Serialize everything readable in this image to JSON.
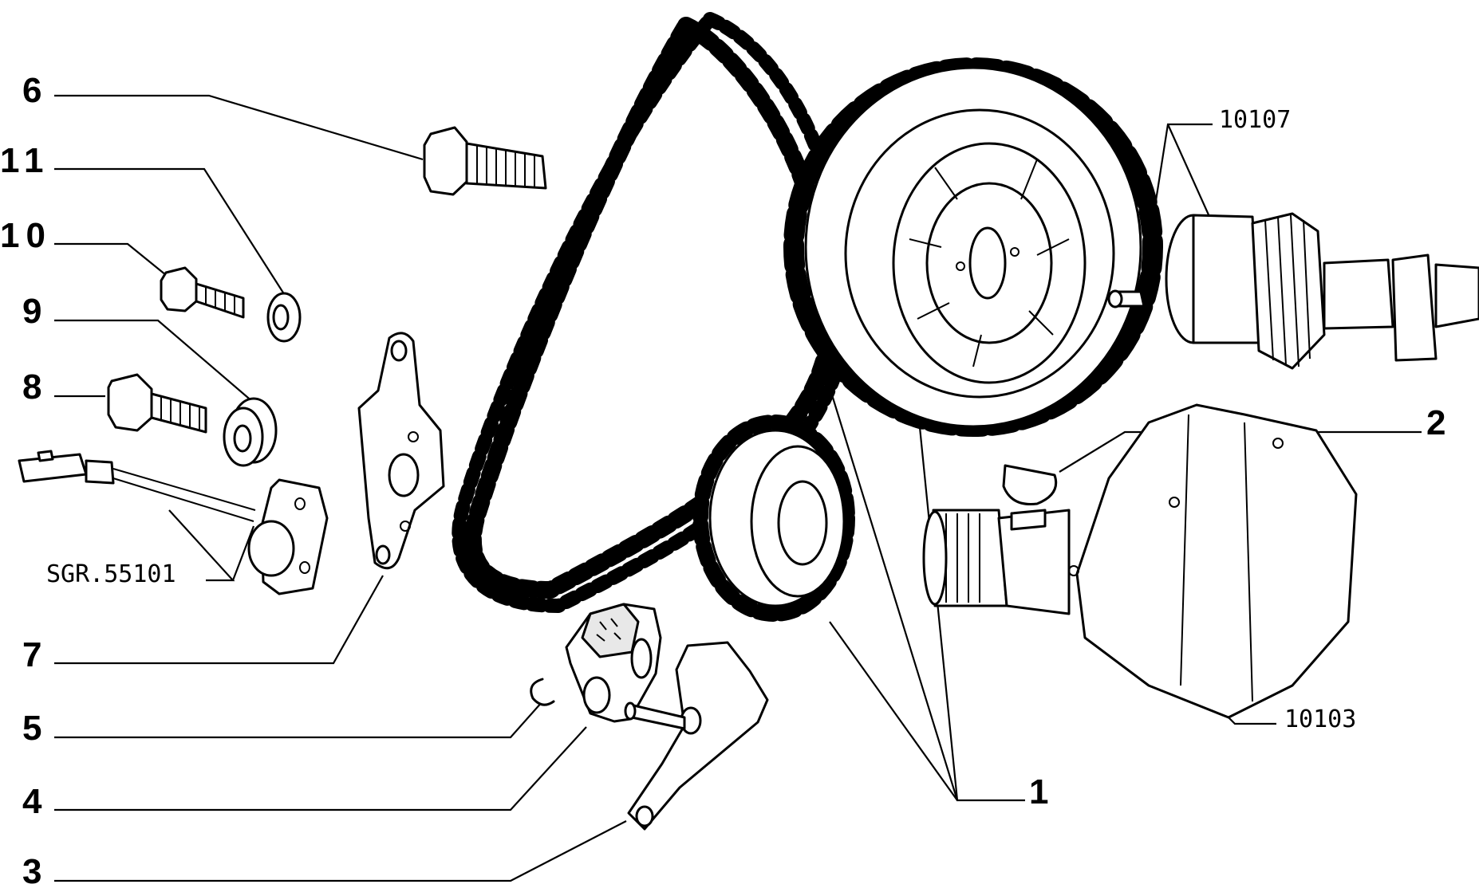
{
  "labels": {
    "l6": "6",
    "l11": "11",
    "l10": "10",
    "l9": "9",
    "l8": "8",
    "l7": "7",
    "l5": "5",
    "l4": "4",
    "l3": "3",
    "l2": "2",
    "l1": "1",
    "ref_sgr": "SGR.55101",
    "ref_10107": "10107",
    "ref_10103": "10103"
  }
}
